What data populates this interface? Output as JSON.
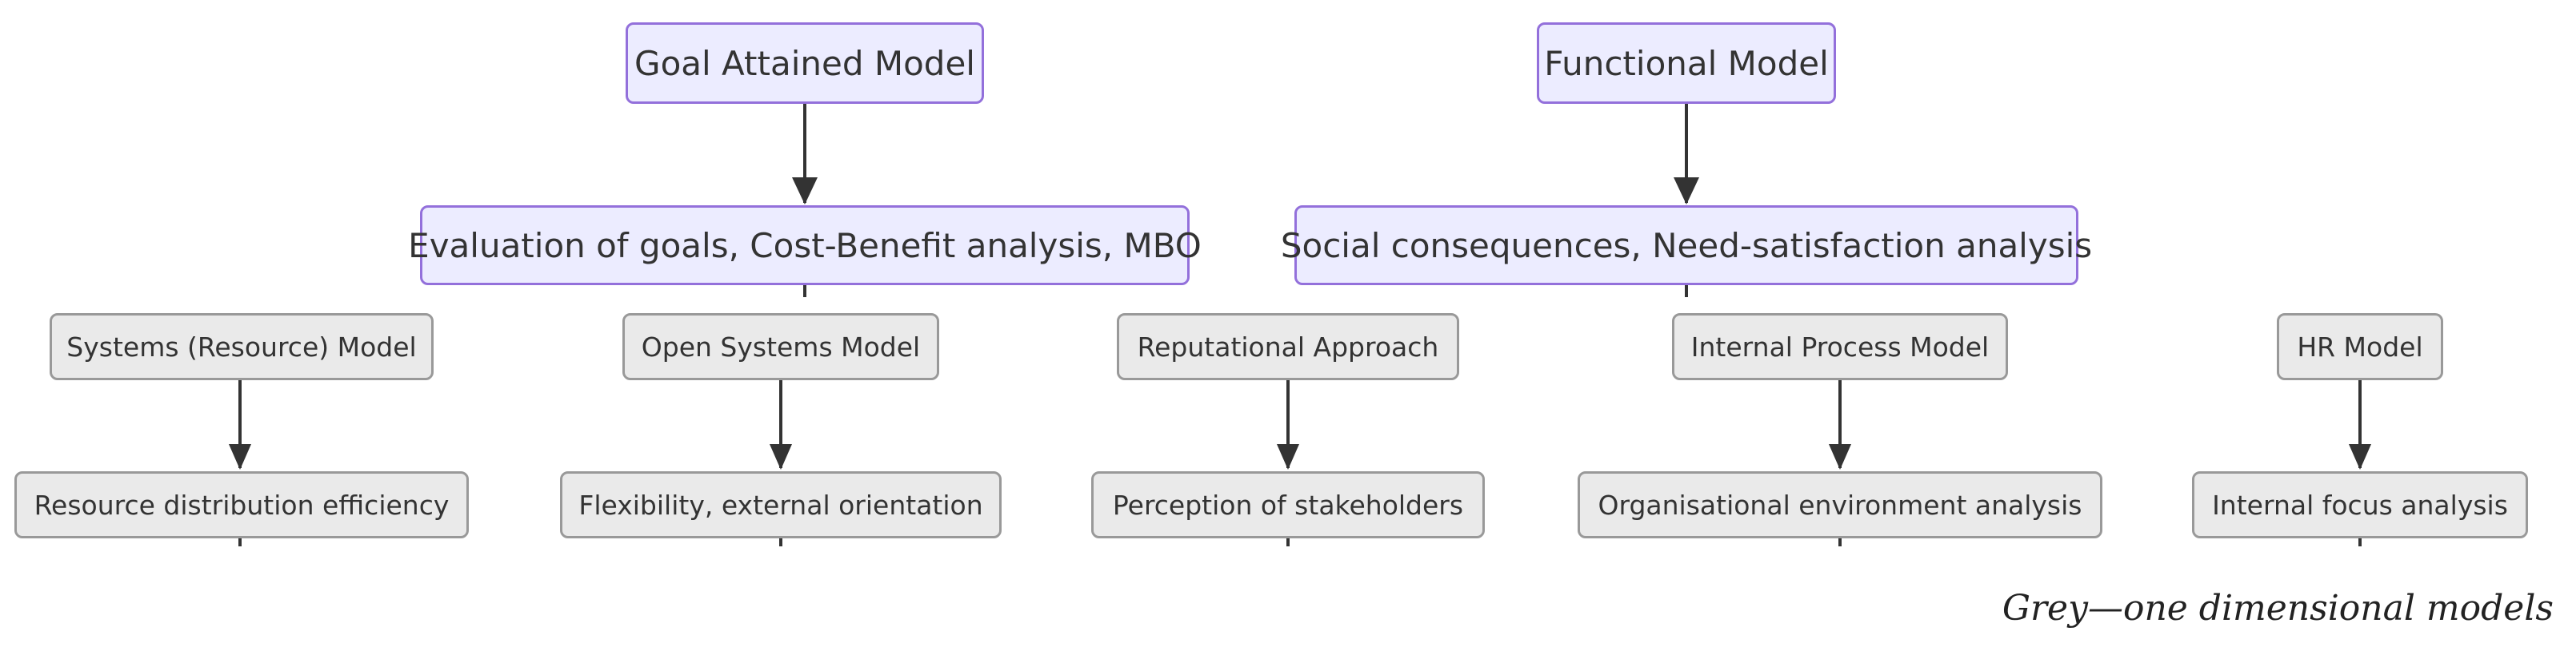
{
  "nodes": {
    "goal_model": "Goal Attained Model",
    "goal_methods": "Evaluation of goals, Cost-Benefit analysis, MBO",
    "functional_model": "Functional Model",
    "functional_methods": "Social consequences, Need-satisfaction analysis",
    "systems_model": "Systems (Resource) Model",
    "systems_methods": "Resource distribution efficiency",
    "open_systems_model": "Open Systems Model",
    "open_systems_methods": "Flexibility, external orientation",
    "reputational_approach": "Reputational Approach",
    "reputational_methods": "Perception of stakeholders",
    "internal_process_model": "Internal Process Model",
    "internal_process_methods": "Organisational environment analysis",
    "hr_model": "HR Model",
    "hr_methods": "Internal focus analysis"
  },
  "legend": "Grey—one dimensional models",
  "colors": {
    "primary_fill": "#ECECFF",
    "primary_border": "#9370DB",
    "secondary_fill": "#EAEAEA",
    "secondary_border": "#999999",
    "edge": "#333333"
  }
}
